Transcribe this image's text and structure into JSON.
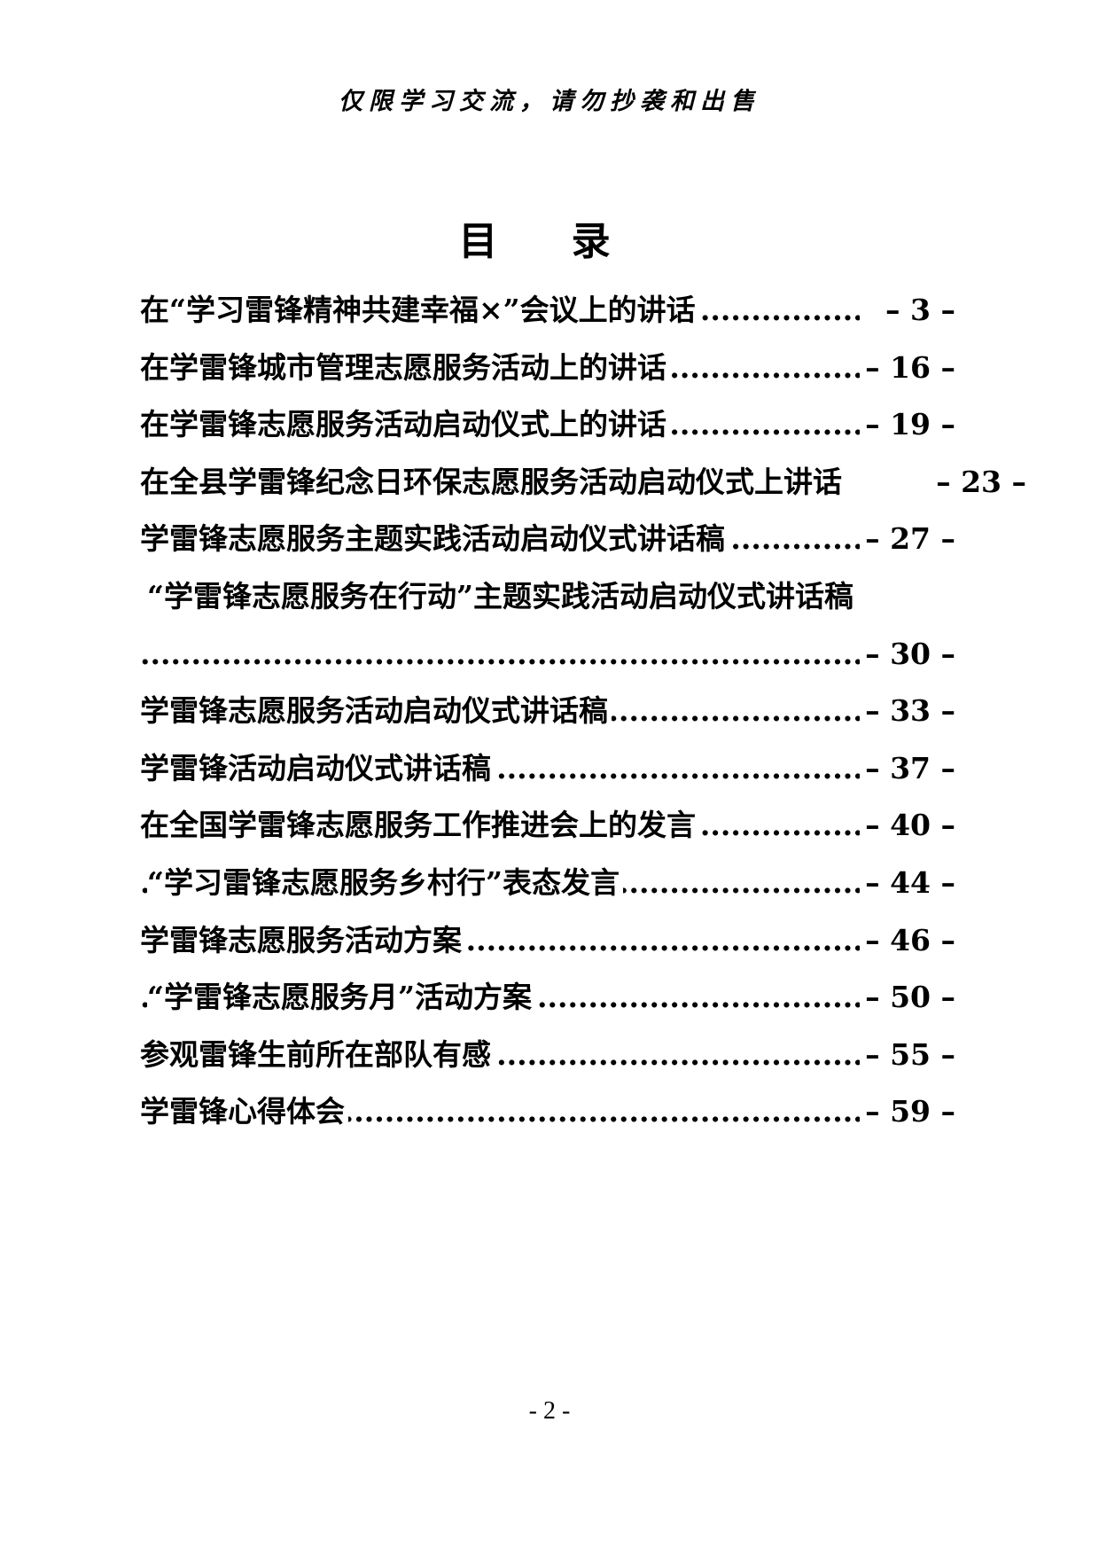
{
  "header_note": "仅限学习交流，请勿抄袭和出售",
  "toc_title": "目  录",
  "toc": [
    {
      "label": "在“学习雷锋精神共建幸福×”会议上的讲话",
      "page": "– 3 –"
    },
    {
      "label": "在学雷锋城市管理志愿服务活动上的讲话",
      "page": "– 16 –"
    },
    {
      "label": "在学雷锋志愿服务活动启动仪式上的讲话",
      "page": "– 19 –"
    },
    {
      "label": "在全县学雷锋纪念日环保志愿服务活动启动仪式上讲话",
      "page": "– 23 –"
    },
    {
      "label": "学雷锋志愿服务主题实践活动启动仪式讲话稿",
      "page": "– 27 –"
    },
    {
      "label": "“学雷锋志愿服务在行动”主题实践活动启动仪式讲话稿",
      "page": ""
    },
    {
      "label": "",
      "page": "– 30 –"
    },
    {
      "label": "学雷锋志愿服务活动启动仪式讲话稿",
      "page": "– 33 –"
    },
    {
      "label": "学雷锋活动启动仪式讲话稿",
      "page": "– 37 –"
    },
    {
      "label": "在全国学雷锋志愿服务工作推进会上的发言",
      "page": "– 40 –"
    },
    {
      "label": "“学习雷锋志愿服务乡村行”表态发言",
      "page": "– 44 –"
    },
    {
      "label": "学雷锋志愿服务活动方案",
      "page": "– 46 –"
    },
    {
      "label": "“学雷锋志愿服务月”活动方案",
      "page": "– 50 –"
    },
    {
      "label": "参观雷锋生前所在部队有感",
      "page": "– 55 –"
    },
    {
      "label": "学雷锋心得体会",
      "page": "– 59 –"
    }
  ],
  "page_number": "- 2 -"
}
